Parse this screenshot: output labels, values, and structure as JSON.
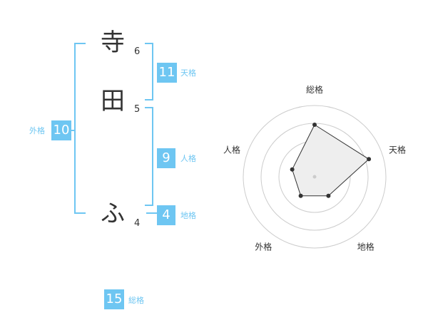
{
  "characters": [
    {
      "char": "寺",
      "strokes": "6"
    },
    {
      "char": "田",
      "strokes": "5"
    },
    {
      "char": "ふ",
      "strokes": "4"
    }
  ],
  "fortune": {
    "tenkaku": {
      "value": "11",
      "label": "天格"
    },
    "jinkaku": {
      "value": "9",
      "label": "人格"
    },
    "chikaku": {
      "value": "4",
      "label": "地格"
    },
    "gaikaku": {
      "value": "10",
      "label": "外格"
    },
    "soukaku": {
      "value": "15",
      "label": "総格"
    }
  },
  "chart_data": {
    "type": "radar",
    "axes": [
      "総格",
      "天格",
      "地格",
      "外格",
      "人格"
    ],
    "values": [
      0.73,
      0.8,
      0.33,
      0.33,
      0.33
    ],
    "rings": 4,
    "grid": true,
    "colors": {
      "line": "#333333",
      "fill": "#eeeeee",
      "grid": "#cccccc",
      "center": "#cccccc"
    }
  },
  "colors": {
    "accent": "#6EC6F2",
    "text": "#333333"
  }
}
